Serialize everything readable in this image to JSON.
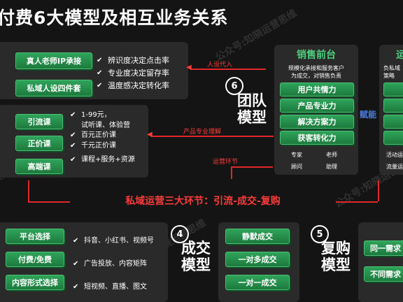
{
  "title": "付费6大模型及相互业务关系",
  "ip_panel": {
    "buttons": [
      "真人老师IP承接",
      "私域人设四件套"
    ],
    "items": [
      "辨识度决定点击率",
      "专业度决定留存率",
      "温度感决定转化率"
    ]
  },
  "course_panel": {
    "buttons": [
      "引流课",
      "正价课",
      "高端课"
    ],
    "items": [
      "1-99元，",
      "试听课、体验营",
      "百元正价课",
      "千元正价课",
      "课程+服务+资源"
    ]
  },
  "flow_labels": {
    "ip_in": "人设代入",
    "product": "产品专业理解",
    "ops": "运营环节"
  },
  "team_model": {
    "number": "6",
    "line1": "团队",
    "line2": "模型"
  },
  "sales_panel": {
    "title": "销售前台",
    "desc1": "规模化承接和服务客户",
    "desc2": "为成交，对销售负责",
    "buttons": [
      "用户共情力",
      "产品专业力",
      "解决方案力",
      "获客转化力"
    ],
    "roles": [
      [
        "专家",
        "老师"
      ],
      [
        "顾问",
        "助理"
      ]
    ]
  },
  "empower_label": "赋能",
  "right_panel": {
    "title": "运",
    "desc1": "负私域",
    "desc2": "策略",
    "items": [
      "活动运营",
      "流量运营"
    ]
  },
  "banner": "私域运营三大环节：引流-成交-复购",
  "bottom_left": {
    "buttons": [
      "平台选择",
      "付费/免费",
      "内容形式选择"
    ],
    "items": [
      "抖音、小红书、视频号",
      "广告投放、内容矩阵",
      "短视频、直播、图文"
    ]
  },
  "deal_model": {
    "number": "4",
    "line1": "成交",
    "line2": "模型",
    "buttons": [
      "静默成交",
      "一对多成交",
      "一对一成交"
    ]
  },
  "rebuy_model": {
    "number": "5",
    "line1": "复购",
    "line2": "模型",
    "buttons": [
      "同一需求",
      "不同需求"
    ]
  },
  "watermark": "公众号:知晓运营思维"
}
